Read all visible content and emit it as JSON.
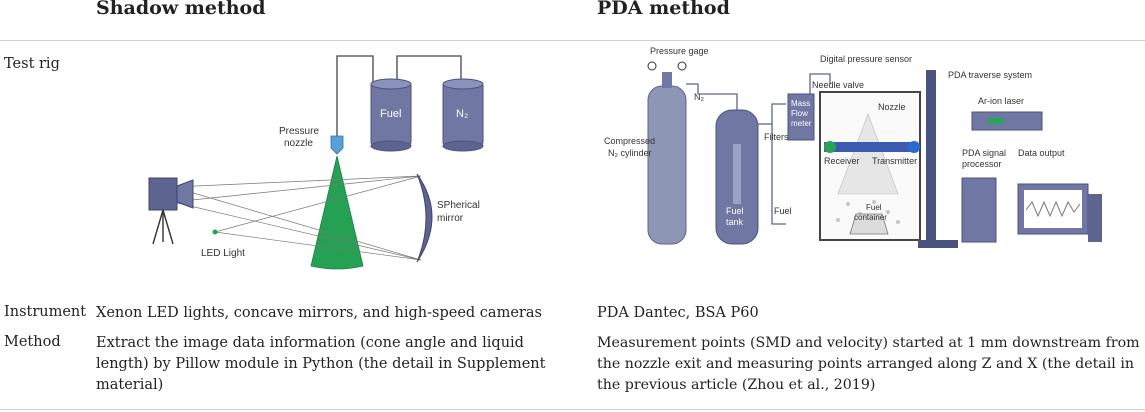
{
  "header": {
    "shadow": "Shadow method",
    "pda": "PDA method"
  },
  "rows": {
    "test_rig": {
      "label": "Test rig"
    },
    "instrument": {
      "label": "Instrument",
      "shadow": "Xenon LED lights, concave mirrors, and high-speed cameras",
      "pda": "PDA Dantec, BSA P60"
    },
    "method": {
      "label": "Method",
      "shadow": "Extract the image data information (cone angle and liquid length) by Pillow module in Python (the detail in Supplement material)",
      "pda": "Measurement points (SMD and velocity) started at 1 mm downstream from the nozzle exit and measuring points arranged along Z and X (the detail in the previous article (Zhou et al., 2019)"
    }
  },
  "shadow_figure": {
    "fuel": "Fuel",
    "n2": "N₂",
    "pressure_nozzle_1": "Pressure",
    "pressure_nozzle_2": "nozzle",
    "mirror_1": "SPherical",
    "mirror_2": "mirror",
    "led": "LED Light"
  },
  "pda_figure": {
    "pressure_gage": "Pressure gage",
    "digital_sensor": "Digital pressure sensor",
    "needle_valve": "Needle valve",
    "traverse": "PDA traverse system",
    "nozzle": "Nozzle",
    "laser": "Ar-ion laser",
    "n2": "N₂",
    "compressed_1": "Compressed",
    "compressed_2": "N₂ cylinder",
    "mfm_1": "Mass",
    "mfm_2": "Flow",
    "mfm_3": "meter",
    "filters": "Filters",
    "receiver": "Receiver",
    "transmitter": "Transmitter",
    "signal_1": "PDA signal",
    "signal_2": "processor",
    "data_output": "Data output",
    "fuel_tank_1": "Fuel",
    "fuel_tank_2": "tank",
    "fuel": "Fuel",
    "container_1": "Fuel",
    "container_2": "container"
  }
}
